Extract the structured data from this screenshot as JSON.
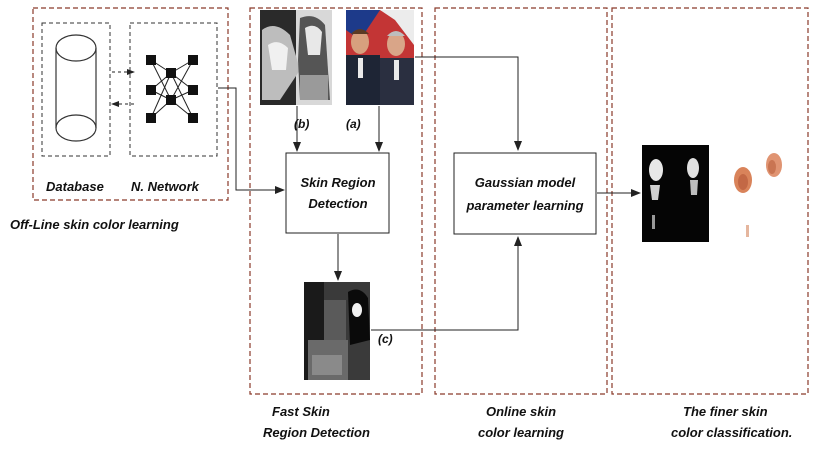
{
  "panels": {
    "offline": {
      "caption": "Off-Line  skin color learning",
      "database_label": "Database",
      "network_label": "N. Network"
    },
    "fast": {
      "caption_line1": "Fast  Skin",
      "caption_line2": "Region Detection",
      "box_line1": "Skin  Region",
      "box_line2": "Detection",
      "label_a": "(a)",
      "label_b": "(b)",
      "label_c": "(c)"
    },
    "online": {
      "caption_line1": "Online skin",
      "caption_line2": "color learning",
      "box_line1": "Gaussian model",
      "box_line2": "parameter learning"
    },
    "finer": {
      "caption_line1": "The finer skin",
      "caption_line2": "color classification."
    }
  },
  "colors": {
    "line": "#333333",
    "dashed_border": "#8a3a2a",
    "arrow": "#222222"
  }
}
